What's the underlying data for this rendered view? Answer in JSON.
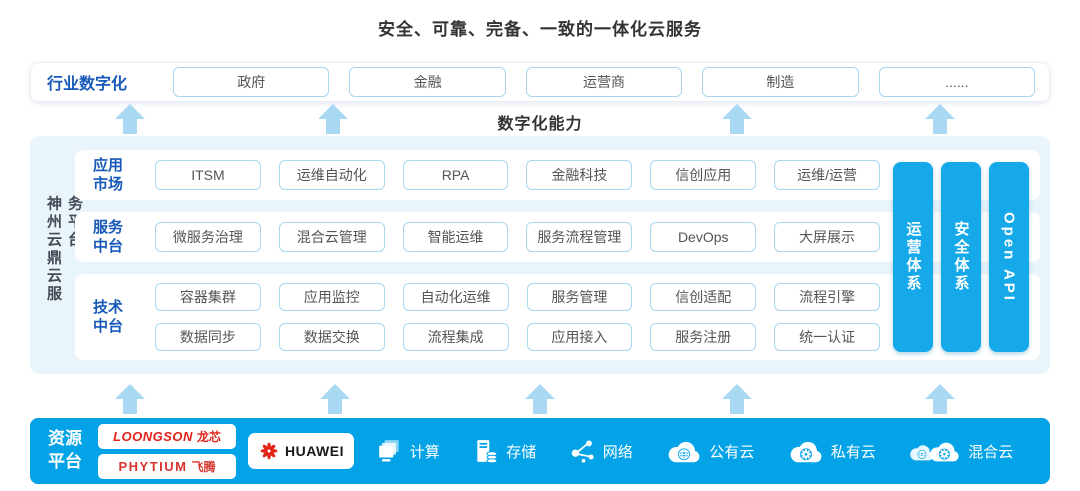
{
  "title": "安全、可靠、完备、一致的一体化云服务",
  "industry": {
    "label": "行业数字化",
    "items": [
      "政府",
      "金融",
      "运营商",
      "制造",
      "......"
    ]
  },
  "capability_label": "数字化能力",
  "platform": {
    "side_label": "神州云鼎云服务平台",
    "rows": [
      {
        "label_lines": [
          "应用",
          "市场"
        ],
        "items": [
          "ITSM",
          "运维自动化",
          "RPA",
          "金融科技",
          "信创应用",
          "运维/运营"
        ]
      },
      {
        "label_lines": [
          "服务",
          "中台"
        ],
        "items": [
          "微服务治理",
          "混合云管理",
          "智能运维",
          "服务流程管理",
          "DevOps",
          "大屏展示"
        ]
      },
      {
        "label_lines": [
          "技术",
          "中台"
        ],
        "items": [
          "容器集群",
          "应用监控",
          "自动化运维",
          "服务管理",
          "信创适配",
          "流程引擎",
          "数据同步",
          "数据交换",
          "流程集成",
          "应用接入",
          "服务注册",
          "统一认证"
        ]
      }
    ],
    "pillars": [
      "运营体系",
      "安全体系",
      "Open API"
    ]
  },
  "resources": {
    "label_lines": [
      "资源",
      "平台"
    ],
    "vendors": [
      {
        "latin": "LOONGSON",
        "cjk": "龙芯"
      },
      {
        "latin": "PHYTIUM",
        "cjk": "飞腾"
      },
      {
        "name": "HUAWEI"
      }
    ],
    "items": [
      {
        "icon": "compute-icon",
        "label": "计算"
      },
      {
        "icon": "storage-icon",
        "label": "存储"
      },
      {
        "icon": "network-icon",
        "label": "网络"
      },
      {
        "icon": "public-cloud-icon",
        "label": "公有云"
      },
      {
        "icon": "private-cloud-icon",
        "label": "私有云"
      },
      {
        "icon": "hybrid-cloud-icon",
        "label": "混合云"
      }
    ]
  },
  "colors": {
    "primary_blue": "#04a3e7",
    "pillar_blue": "#16a9e9",
    "arrow_blue": "#a9d8f3",
    "panel_blue": "#e9f4fb",
    "label_blue": "#1659b8",
    "box_border_blue": "#a9d6f0",
    "vendor_red": "#e2231a",
    "text_dark": "#333333",
    "text_gray": "#555555"
  }
}
